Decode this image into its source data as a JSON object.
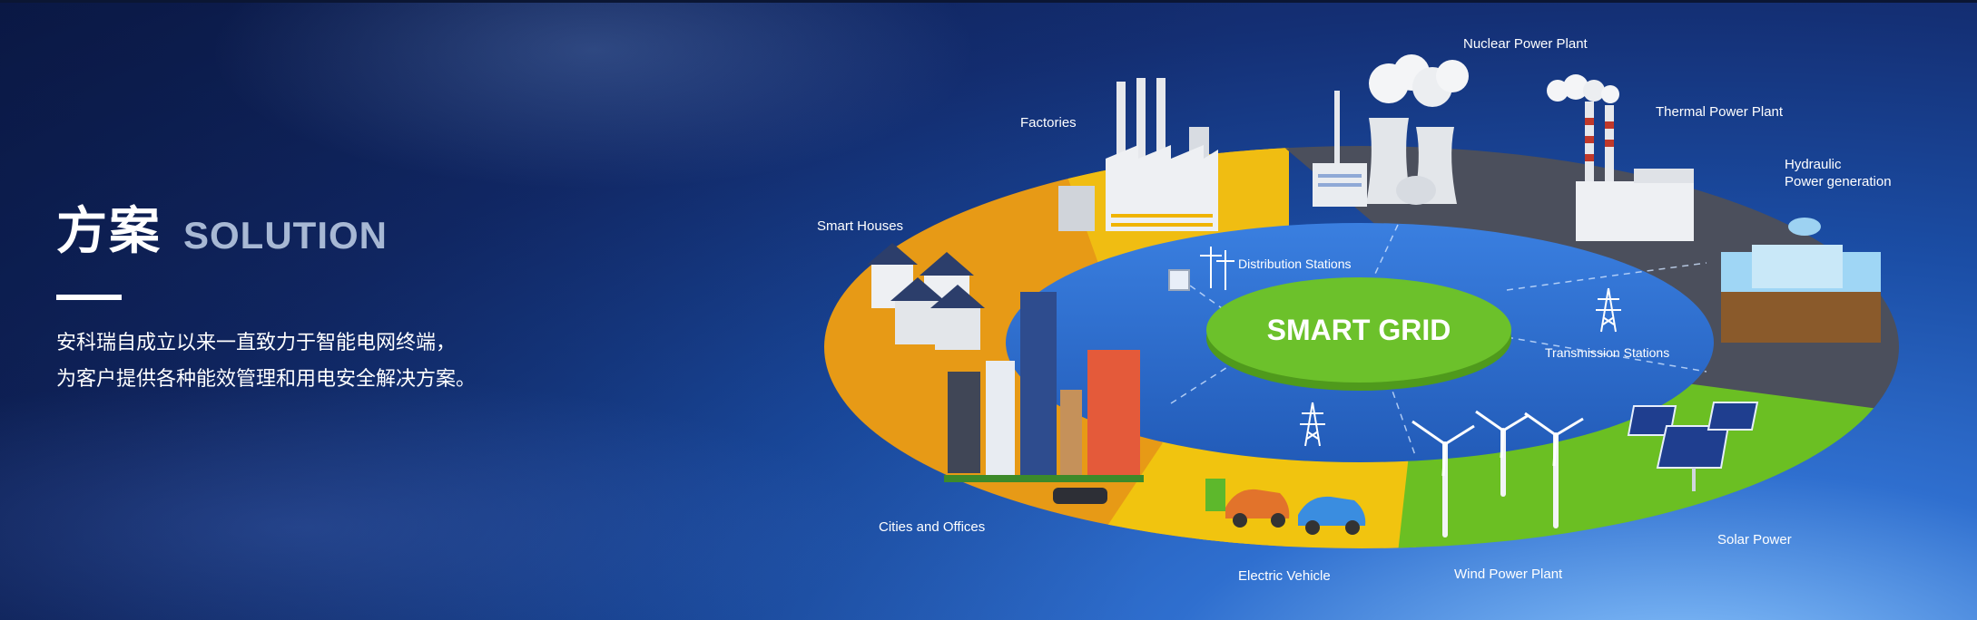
{
  "hero": {
    "title_cn": "方案",
    "title_en": "SOLUTION",
    "desc_line1": "安科瑞自成立以来一直致力于智能电网终端，",
    "desc_line2": "为客户提供各种能效管理和用电安全解决方案。"
  },
  "diagram": {
    "center_label": "SMART GRID",
    "labels": {
      "nuclear": "Nuclear Power Plant",
      "thermal": "Thermal Power Plant",
      "hydraulic_1": "Hydraulic",
      "hydraulic_2": "Power generation",
      "factories": "Factories",
      "smart_houses": "Smart Houses",
      "distribution": "Distribution Stations",
      "transmission": "Transmission Stations",
      "cities": "Cities and Offices",
      "ev": "Electric Vehicle",
      "wind": "Wind Power Plant",
      "solar": "Solar Power"
    },
    "colors": {
      "ring_orange": "#e79a16",
      "ring_yellow": "#f1c40f",
      "ring_gray": "#4b4f5c",
      "ring_green": "#6bbf23",
      "inner_blue": "#2c6fd0",
      "center_green": "#69c02a"
    }
  }
}
